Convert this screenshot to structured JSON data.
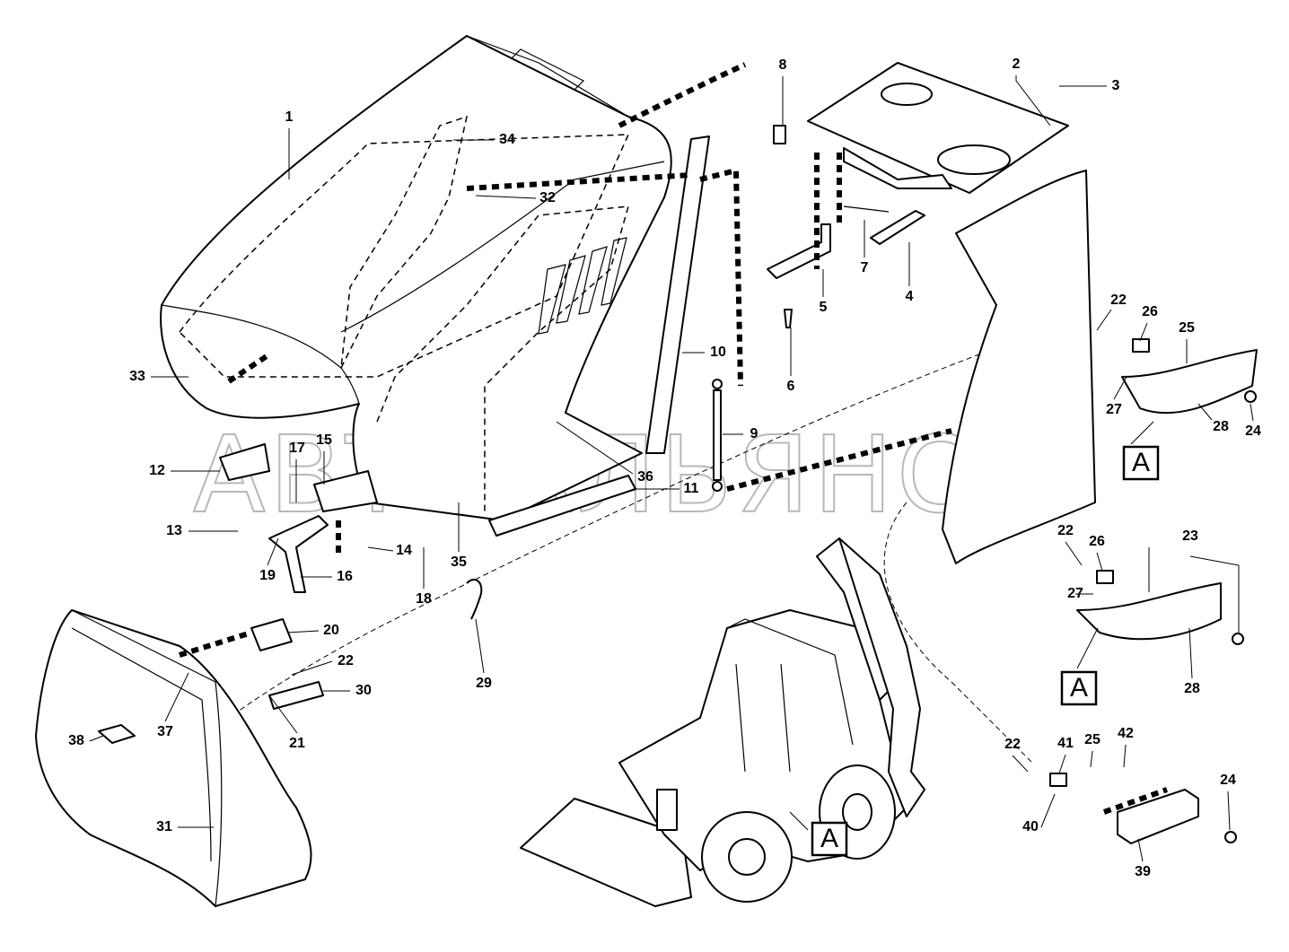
{
  "diagram": {
    "callouts": [
      "1",
      "2",
      "3",
      "8",
      "34",
      "32",
      "7",
      "4",
      "5",
      "6",
      "10",
      "33",
      "9",
      "22",
      "26",
      "25",
      "27",
      "28",
      "24",
      "12",
      "17",
      "15",
      "11",
      "36",
      "13",
      "14",
      "18",
      "19",
      "16",
      "35",
      "29",
      "22",
      "26",
      "23",
      "27",
      "28",
      "20",
      "22",
      "30",
      "37",
      "38",
      "21",
      "31",
      "22",
      "41",
      "25",
      "42",
      "24",
      "40",
      "39"
    ],
    "detail_label": "A",
    "watermark": "АВТОАЛЬЯНС"
  }
}
